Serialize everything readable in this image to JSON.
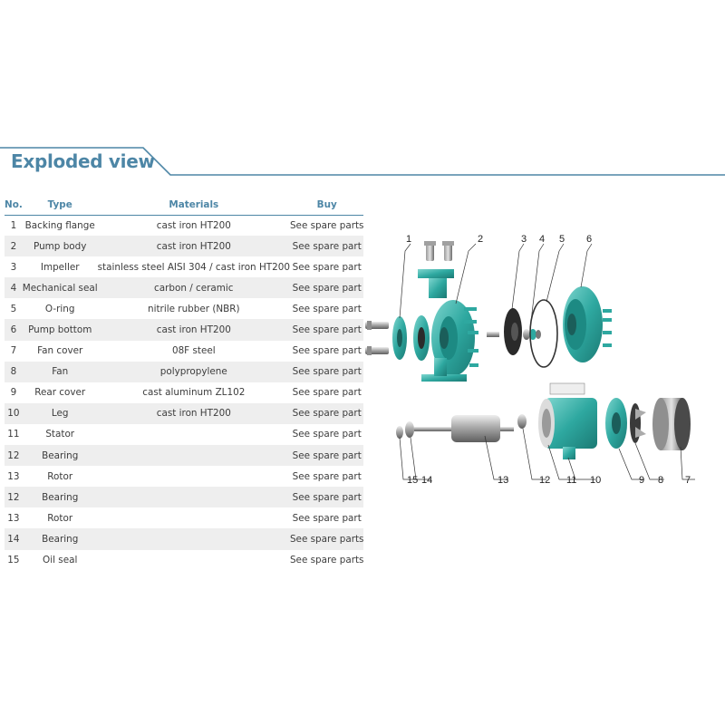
{
  "title": "Exploded view",
  "colors": {
    "accent": "#4d86a6",
    "part_teal": "#2ea8a0"
  },
  "table": {
    "headers": {
      "no": "No.",
      "type": "Type",
      "materials": "Materials",
      "buy": "Buy"
    },
    "rows": [
      {
        "no": "1",
        "type": "Backing flange",
        "materials": "cast iron HT200",
        "buy": "See spare parts"
      },
      {
        "no": "2",
        "type": "Pump body",
        "materials": "cast iron HT200",
        "buy": "See spare part"
      },
      {
        "no": "3",
        "type": "Impeller",
        "materials": "stainless steel AISI 304 / cast iron HT200",
        "buy": "See spare part"
      },
      {
        "no": "4",
        "type": "Mechanical seal",
        "materials": "carbon / ceramic",
        "buy": "See spare part"
      },
      {
        "no": "5",
        "type": "O-ring",
        "materials": "nitrile rubber (NBR)",
        "buy": "See spare part"
      },
      {
        "no": "6",
        "type": "Pump bottom",
        "materials": "cast iron HT200",
        "buy": "See spare part"
      },
      {
        "no": "7",
        "type": "Fan cover",
        "materials": "08F steel",
        "buy": "See spare part"
      },
      {
        "no": "8",
        "type": "Fan",
        "materials": "polypropylene",
        "buy": "See spare part"
      },
      {
        "no": "9",
        "type": "Rear cover",
        "materials": "cast aluminum ZL102",
        "buy": "See spare part"
      },
      {
        "no": "10",
        "type": "Leg",
        "materials": "cast iron HT200",
        "buy": "See spare part"
      },
      {
        "no": "11",
        "type": "Stator",
        "materials": "",
        "buy": "See spare part"
      },
      {
        "no": "12",
        "type": "Bearing",
        "materials": "",
        "buy": "See spare part"
      },
      {
        "no": "13",
        "type": "Rotor",
        "materials": "",
        "buy": "See spare part"
      },
      {
        "no": "12",
        "type": "Bearing",
        "materials": "",
        "buy": "See spare part"
      },
      {
        "no": "13",
        "type": "Rotor",
        "materials": "",
        "buy": "See spare part"
      },
      {
        "no": "14",
        "type": "Bearing",
        "materials": "",
        "buy": "See spare parts"
      },
      {
        "no": "15",
        "type": "Oil seal",
        "materials": "",
        "buy": "See spare parts"
      }
    ]
  },
  "diagram": {
    "labels": [
      "1",
      "2",
      "3",
      "4",
      "5",
      "6",
      "15",
      "14",
      "13",
      "12",
      "11",
      "10",
      "9",
      "8",
      "7"
    ]
  }
}
